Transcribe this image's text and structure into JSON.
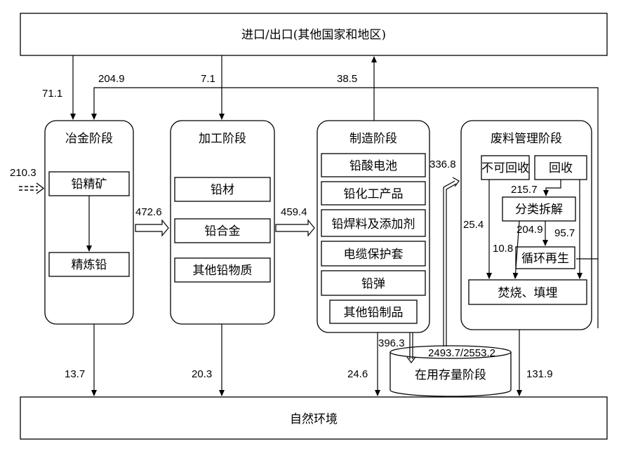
{
  "top_box": "进口/出口(其他国家和地区)",
  "bottom_box": "自然环境",
  "stages": {
    "smelting": {
      "title": "冶金阶段",
      "items": [
        "铅精矿",
        "精炼铅"
      ]
    },
    "processing": {
      "title": "加工阶段",
      "items": [
        "铅材",
        "铅合金",
        "其他铅物质"
      ]
    },
    "manufacturing": {
      "title": "制造阶段",
      "items": [
        "铅酸电池",
        "铅化工产品",
        "铅焊料及添加剂",
        "电缆保护套",
        "铅弹",
        "其他铅制品"
      ]
    },
    "waste": {
      "title": "废料管理阶段",
      "non_recycle": "不可回收",
      "recycle": "回收",
      "sort": "分类拆解",
      "recycled_regen": "循环再生",
      "incinerate": "焚烧、填埋"
    },
    "in_use": {
      "title": "在用存量阶段",
      "value": "2493.7/2553.2"
    }
  },
  "flows": {
    "import_smelt_left": "71.1",
    "import_smelt_right": "204.9",
    "import_processing": "7.1",
    "export_manufacturing": "38.5",
    "external_input": "210.3",
    "smelt_to_processing": "472.6",
    "processing_to_manufacturing": "459.4",
    "instock_to_waste": "336.8",
    "recycle_to_sort": "215.7",
    "nonrecycle_to_landfill": "25.4",
    "sort_to_regen": "204.9",
    "sort_to_landfill": "10.8",
    "recycle_to_landfill": "95.7",
    "manufacturing_to_instock": "396.3",
    "smelt_to_env": "13.7",
    "processing_to_env": "20.3",
    "manufacturing_to_env": "24.6",
    "waste_to_env": "131.9"
  }
}
